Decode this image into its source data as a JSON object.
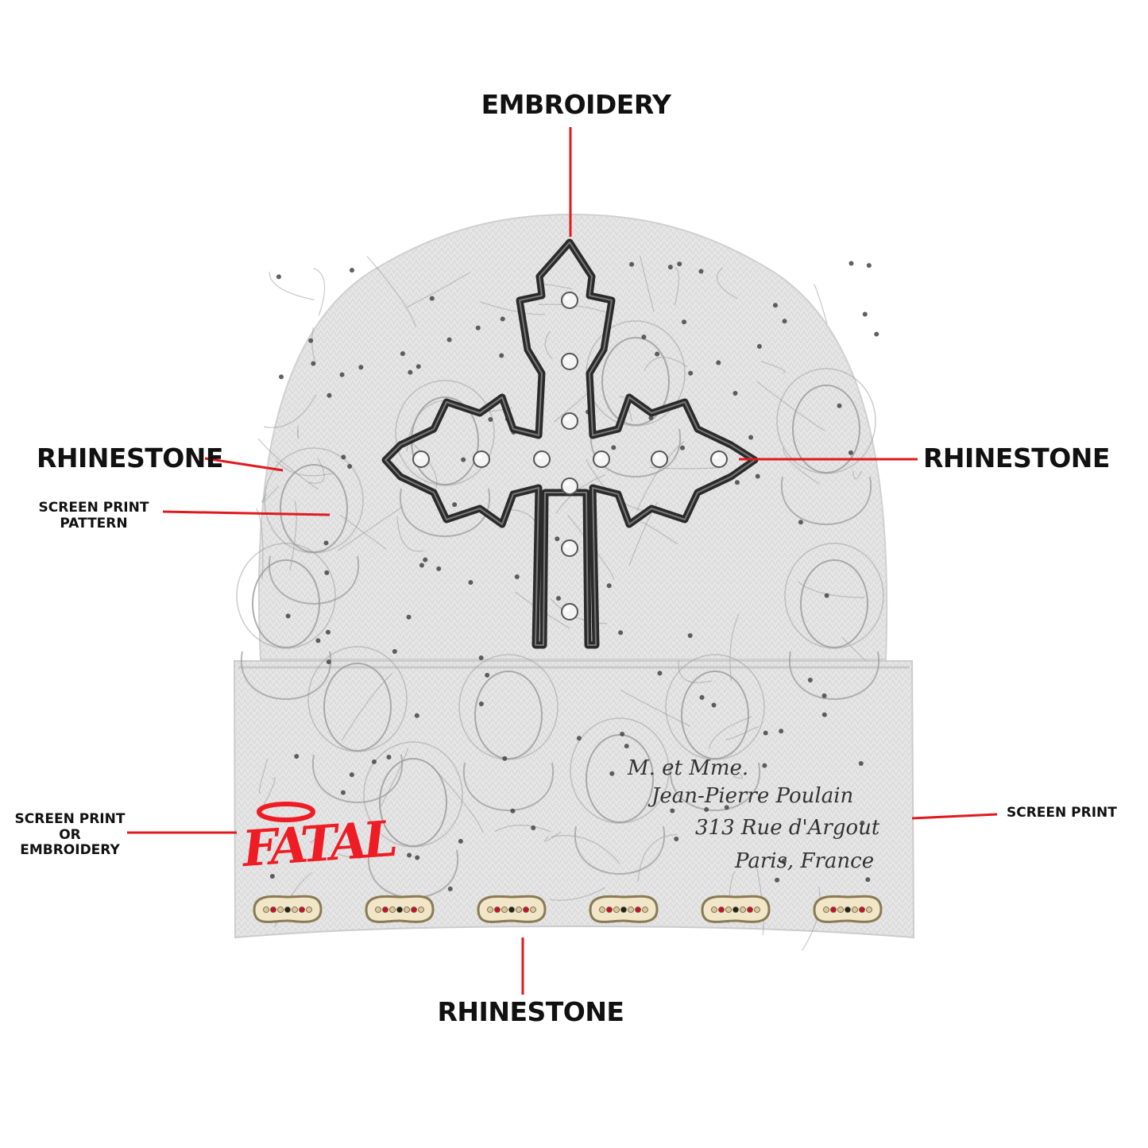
{
  "labels": {
    "top": "EMBROIDERY",
    "left_rhinestone": "RHINESTONE",
    "right_rhinestone": "RHINESTONE",
    "bottom_rhinestone": "RHINESTONE",
    "screen_print_pattern": [
      "SCREEN PRINT",
      "PATTERN"
    ],
    "screen_print_or_embroidery": [
      "SCREEN PRINT",
      "OR",
      "EMBROIDERY"
    ],
    "screen_print": "SCREEN PRINT"
  },
  "cuff_script": [
    "M. et Mme.",
    "Jean-Pierre Poulain",
    "313 Rue d'Argout",
    "Paris, France"
  ],
  "logo_text": "FATAL",
  "colors": {
    "leader_line": "#e0191e",
    "beanie": "#e4e4e4",
    "beanie_dark": "#cfcfcf",
    "sketch": "#9a9a9a",
    "cross_outline": "#2a2a2a",
    "logo": "#ee1c24",
    "patch": "#f1e6c8",
    "stud": "#8a7a55",
    "gem_red": "#c8102e"
  },
  "cross_rhinestone_count": 12,
  "cuff_patch_count": 6
}
